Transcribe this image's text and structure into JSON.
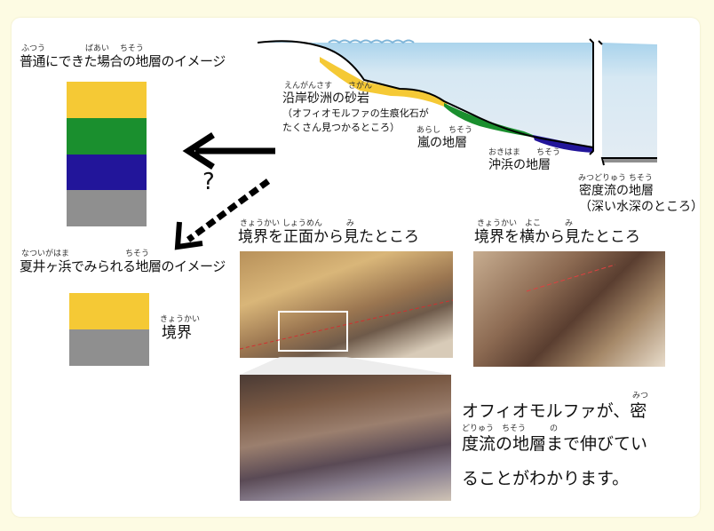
{
  "normal": {
    "ruby": "ふつう　　　　　ばあい　 ちそう",
    "title": "普通にできた場合の地層のイメージ",
    "layer_colors": [
      "#f5c935",
      "#1a8f2e",
      "#22159a",
      "#8f8f8f"
    ]
  },
  "natsui": {
    "ruby": "なついがはま　　　　　　　ちそう",
    "title": "夏井ヶ浜でみられる地層のイメージ",
    "layer_colors": [
      "#f5c935",
      "#8f8f8f"
    ],
    "boundary_ruby": "きょうかい",
    "boundary_label": "境界"
  },
  "question_mark": "?",
  "cross_section": {
    "sandstone_ruby": "えんがんさす　　さがん",
    "sandstone_label": "沿岸砂洲の砂岩",
    "sandstone_note1": "（オフィオモルファの生痕化石が",
    "sandstone_note2": "たくさん見つかるところ）",
    "storm_ruby": "あらし　ちそう",
    "storm_label": "嵐の地層",
    "offshore_ruby": "おきはま　　ちそう",
    "offshore_label": "沖浜の地層",
    "turbidite_ruby": "みつどりゅう ちそう",
    "turbidite_label": "密度流の地層",
    "turbidite_note": "（深い水深のところ）"
  },
  "photos": {
    "front_ruby": "きょうかい しょうめん　　　み",
    "front_title": "境界を正面から見たところ",
    "side_ruby": "きょうかい　よこ　　　み",
    "side_title": "境界を横から見たところ"
  },
  "description": {
    "line1": "オフィオモルファが、密",
    "line1_ruby": "みつ",
    "line2": "度流の地層まで伸びてい",
    "line2_ruby": "どりゅう　ちそう　　　の",
    "line3": "ることがわかります。"
  }
}
